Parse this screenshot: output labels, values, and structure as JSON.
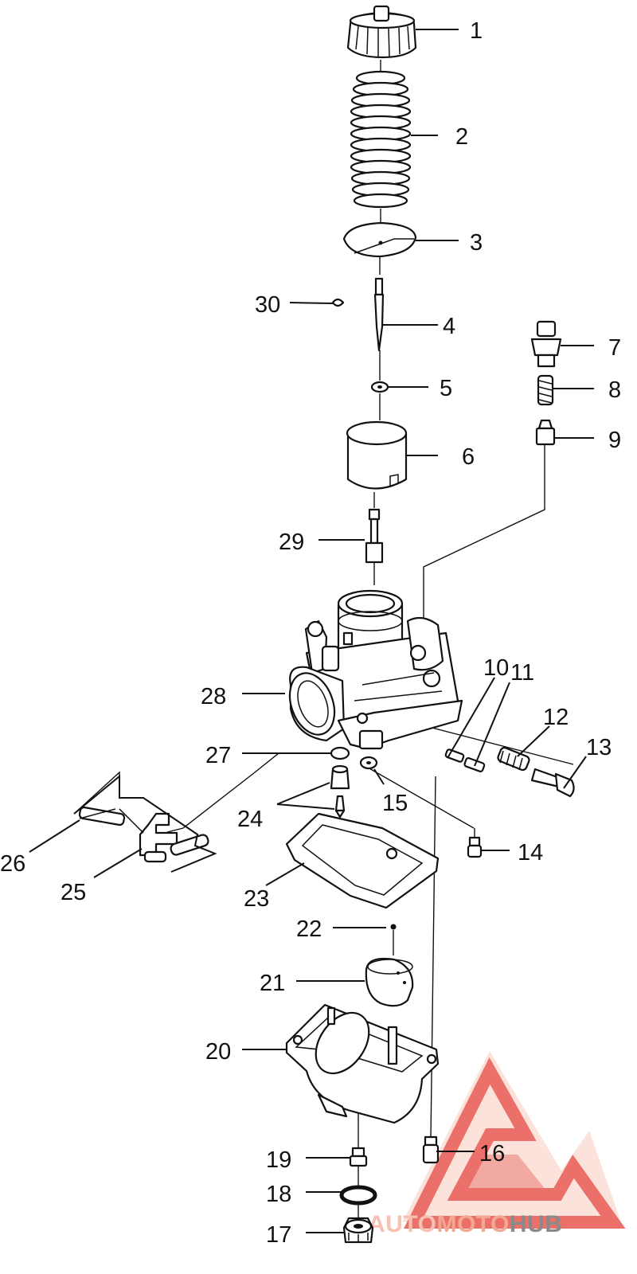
{
  "callouts": [
    {
      "id": "1",
      "text": "1"
    },
    {
      "id": "2",
      "text": "2"
    },
    {
      "id": "3",
      "text": "3"
    },
    {
      "id": "4",
      "text": "4"
    },
    {
      "id": "5",
      "text": "5"
    },
    {
      "id": "6",
      "text": "6"
    },
    {
      "id": "7",
      "text": "7"
    },
    {
      "id": "8",
      "text": "8"
    },
    {
      "id": "9",
      "text": "9"
    },
    {
      "id": "10",
      "text": "10"
    },
    {
      "id": "11",
      "text": "11"
    },
    {
      "id": "12",
      "text": "12"
    },
    {
      "id": "13",
      "text": "13"
    },
    {
      "id": "14",
      "text": "14"
    },
    {
      "id": "15",
      "text": "15"
    },
    {
      "id": "16",
      "text": "16"
    },
    {
      "id": "17",
      "text": "17"
    },
    {
      "id": "18",
      "text": "18"
    },
    {
      "id": "19",
      "text": "19"
    },
    {
      "id": "20",
      "text": "20"
    },
    {
      "id": "21",
      "text": "21"
    },
    {
      "id": "22",
      "text": "22"
    },
    {
      "id": "23",
      "text": "23"
    },
    {
      "id": "24",
      "text": "24"
    },
    {
      "id": "25",
      "text": "25"
    },
    {
      "id": "26",
      "text": "26"
    },
    {
      "id": "27",
      "text": "27"
    },
    {
      "id": "28",
      "text": "28"
    },
    {
      "id": "29",
      "text": "29"
    },
    {
      "id": "30",
      "text": "30"
    }
  ],
  "watermark": {
    "text_part1": "AUTO",
    "text_part2": "MOTO",
    "text_part3": "HUB",
    "color_primary": "#e8584f",
    "color_secondary": "#f6c1b3",
    "color_text_dark": "#8a8a8a"
  }
}
